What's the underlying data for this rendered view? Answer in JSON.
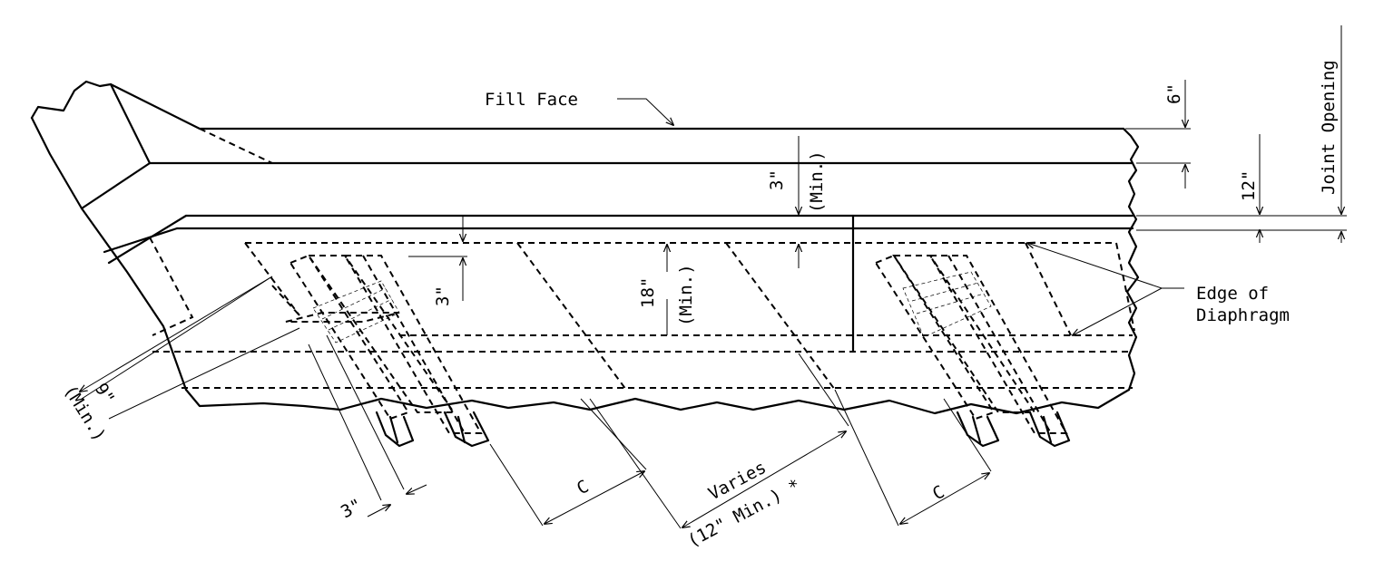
{
  "drawing": {
    "labels": {
      "fill_face": "Fill Face",
      "six_in": "6\"",
      "twelve_in": "12\"",
      "joint_opening": "Joint Opening",
      "three_in_top": "3\"",
      "min_top": "(Min.)",
      "eighteen_in": "18\"",
      "min_mid": "(Min.)",
      "three_in_left": "3\"",
      "edge_line1": "Edge of",
      "edge_line2": "Diaphragm",
      "nine_in": "9\"",
      "min_left": "(Min.)",
      "three_in_bottom": "3\"",
      "c_left": "C",
      "varies": "Varies",
      "twelve_min": "(12\" Min.) *",
      "c_right": "C"
    }
  }
}
